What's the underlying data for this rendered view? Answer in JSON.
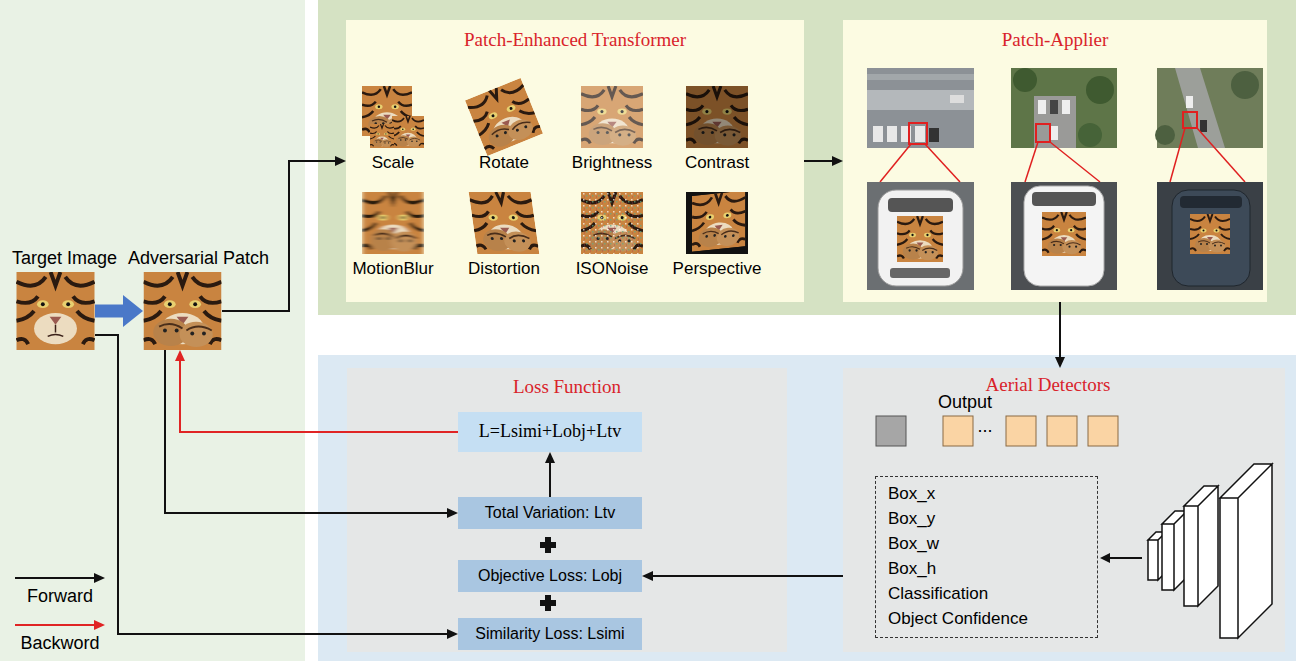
{
  "diagram": {
    "nodes": [
      {
        "text": [
          "Target Image"
        ]
      },
      {
        "text": [
          "Adversarial Patch"
        ]
      },
      {
        "text": [
          "Patch-Enhanced Transformer"
        ]
      },
      {
        "text": [
          "Scale"
        ],
        "in": 2
      },
      {
        "text": [
          "Rotate"
        ],
        "in": 2
      },
      {
        "text": [
          "Brightness"
        ],
        "in": 2
      },
      {
        "text": [
          "Contrast"
        ],
        "in": 2
      },
      {
        "text": [
          "MotionBlur"
        ],
        "in": 2
      },
      {
        "text": [
          "Distortion"
        ],
        "in": 2
      },
      {
        "text": [
          "ISONoise"
        ],
        "in": 2
      },
      {
        "text": [
          "Perspective"
        ],
        "in": 2
      },
      {
        "text": [
          "Patch-Applier"
        ]
      },
      {
        "text": [
          "Aerial Detectors",
          "Output"
        ]
      },
      {
        "text": [
          "Box_x",
          "Box_y",
          "Box_w",
          "Box_h",
          "Classification",
          "Object Confidence"
        ],
        "in": 12
      },
      {
        "text": [
          "Loss Function"
        ]
      },
      {
        "text": [
          "L=Lsimi+Lobj+Ltv"
        ],
        "in": 14
      },
      {
        "text": [
          "Total Variation: Ltv"
        ],
        "in": 14
      },
      {
        "text": [
          "Objective Loss: Lobj"
        ],
        "in": 14
      },
      {
        "text": [
          "Similarity Loss: Lsimi"
        ],
        "in": 14
      }
    ],
    "edges": [
      {
        "from": 0,
        "to": 1,
        "arrow": "to"
      },
      {
        "from": 1,
        "to": 2,
        "arrow": "to"
      },
      {
        "from": 2,
        "to": 11,
        "arrow": "to"
      },
      {
        "from": 11,
        "to": 12,
        "arrow": "to"
      },
      {
        "from": 12,
        "to": 17,
        "arrow": "to"
      },
      {
        "from": 1,
        "to": 16,
        "arrow": "to"
      },
      {
        "from": 0,
        "to": 18,
        "arrow": "to"
      },
      {
        "from": 16,
        "to": 15,
        "arrow": "to"
      },
      {
        "from": 15,
        "to": 1,
        "arrow": "to"
      }
    ],
    "labels": [
      "..."
    ],
    "legend": [
      {
        "text": "Forward"
      },
      {
        "text": "Backword"
      }
    ]
  }
}
